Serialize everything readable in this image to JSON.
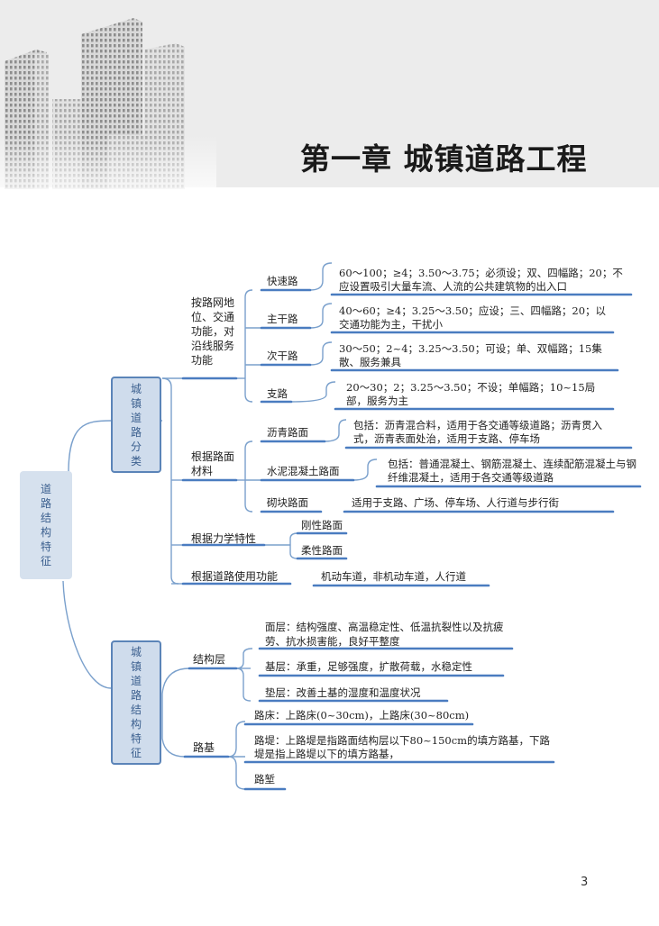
{
  "header": {
    "title": "第一章 城镇道路工程"
  },
  "root": {
    "label": "道路结构特征"
  },
  "branch1": {
    "label": "城镇道路分类",
    "groups": {
      "g1": {
        "label": "按路网地位、交通功能，对沿线服务功能",
        "items": [
          {
            "name": "快速路",
            "desc": "60～100；≥4；3.50～3.75；必须设；双、四幅路；20；不应设置吸引大量车流、人流的公共建筑物的出入口"
          },
          {
            "name": "主干路",
            "desc": "40～60；≥4；3.25～3.50；应设；三、四幅路；20；以交通功能为主，干扰小"
          },
          {
            "name": "次干路",
            "desc": "30～50；2~4；3.25～3.50；可设；单、双幅路；15集散、服务兼具"
          },
          {
            "name": "支路",
            "desc": "20～30；2；3.25～3.50；不设；单幅路；10~15局部，服务为主"
          }
        ]
      },
      "g2": {
        "label": "根据路面材料",
        "items": [
          {
            "name": "沥青路面",
            "desc": "包括：沥青混合料，适用于各交通等级道路；沥青贯入式，沥青表面处治，适用于支路、停车场"
          },
          {
            "name": "水泥混凝土路面",
            "desc": "包括：普通混凝土、钢筋混凝土、连续配筋混凝土与钢纤维混凝土，适用于各交通等级道路"
          },
          {
            "name": "砌块路面",
            "desc": "适用于支路、广场、停车场、人行道与步行街"
          }
        ]
      },
      "g3": {
        "label": "根据力学特性",
        "items": [
          "刚性路面",
          "柔性路面"
        ]
      },
      "g4": {
        "label": "根据道路使用功能",
        "desc": "机动车道，非机动车道，人行道"
      }
    }
  },
  "branch2": {
    "label": "城镇道路结构特征",
    "groups": {
      "g1": {
        "label": "结构层",
        "items": [
          "面层：结构强度、高温稳定性、低温抗裂性以及抗疲劳、抗水损害能，良好平整度",
          "基层：承重，足够强度，扩散荷载，水稳定性",
          "垫层：改善土基的湿度和温度状况"
        ]
      },
      "g2": {
        "label": "路基",
        "items": [
          "路床：上路床(0~30cm)，上路床(30~80cm)",
          "路堤：上路堤是指路面结构层以下80~150cm的填方路基，下路堤是指上路堤以下的填方路基，",
          "路堑"
        ]
      }
    }
  },
  "page_number": "3",
  "colors": {
    "line": "#4a7cc0",
    "connector": "#7aa0cc",
    "box_fill": "#cfdcec",
    "box_border": "#5b84b8",
    "header_bg": "#ececec"
  }
}
